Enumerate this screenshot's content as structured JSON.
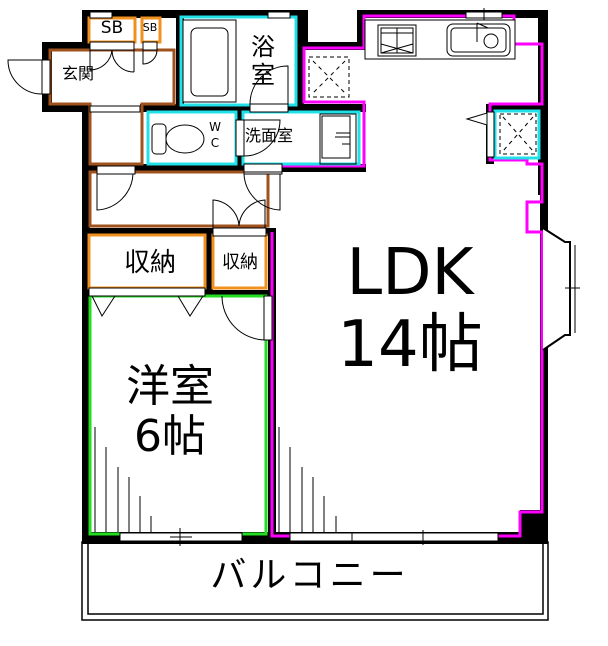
{
  "floor_plan": {
    "rooms": {
      "ldk": {
        "name": "LDK",
        "size": "14帖"
      },
      "western_room": {
        "name": "洋室",
        "size": "6帖"
      },
      "balcony": {
        "name": "バルコニー"
      },
      "entrance": {
        "name": "玄関"
      },
      "bathroom": {
        "name": "浴室"
      },
      "washroom": {
        "name": "洗面室"
      },
      "toilet": {
        "name": "WC"
      },
      "storage_large": {
        "name": "収納"
      },
      "storage_small": {
        "name": "収納"
      },
      "shoe_box_1": {
        "name": "SB"
      },
      "shoe_box_2": {
        "name": "SB"
      }
    },
    "colors": {
      "wall": "#000000",
      "ldk_outline": "#ff00ff",
      "western_outline": "#22dd22",
      "wet_area_outline": "#22e0e8",
      "hallway_outline": "#a0521e",
      "storage_outline": "#f0901e"
    }
  }
}
